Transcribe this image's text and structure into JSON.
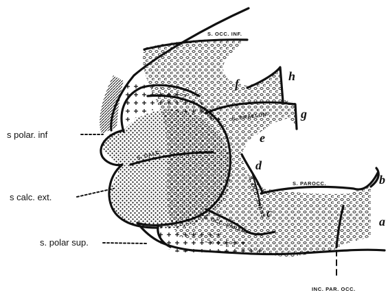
{
  "labels": {
    "s_occ_inf": "S. OCC. INF.",
    "s_polar_inf": "s polar. inf",
    "s_calc_ext": "s calc. ext.",
    "s_polar_sup": "s. polar sup.",
    "s_calc": "S. CALC.",
    "lunat": "LUNAT.",
    "s_praelun": "S. PRAELUN.",
    "s_parocc": "S. PAROCC.",
    "s_occ_param": "S. OCC. PARAM.",
    "s_occ_trans": "S. OCC. TRANS.",
    "inc_par_occ": "INC. PAR. OCC.",
    "f": "f",
    "h": "h",
    "g": "g",
    "e": "e",
    "d": "d",
    "c": "c",
    "b": "b",
    "a": "a"
  },
  "colors": {
    "ink": "#111111",
    "paper": "#ffffff"
  }
}
